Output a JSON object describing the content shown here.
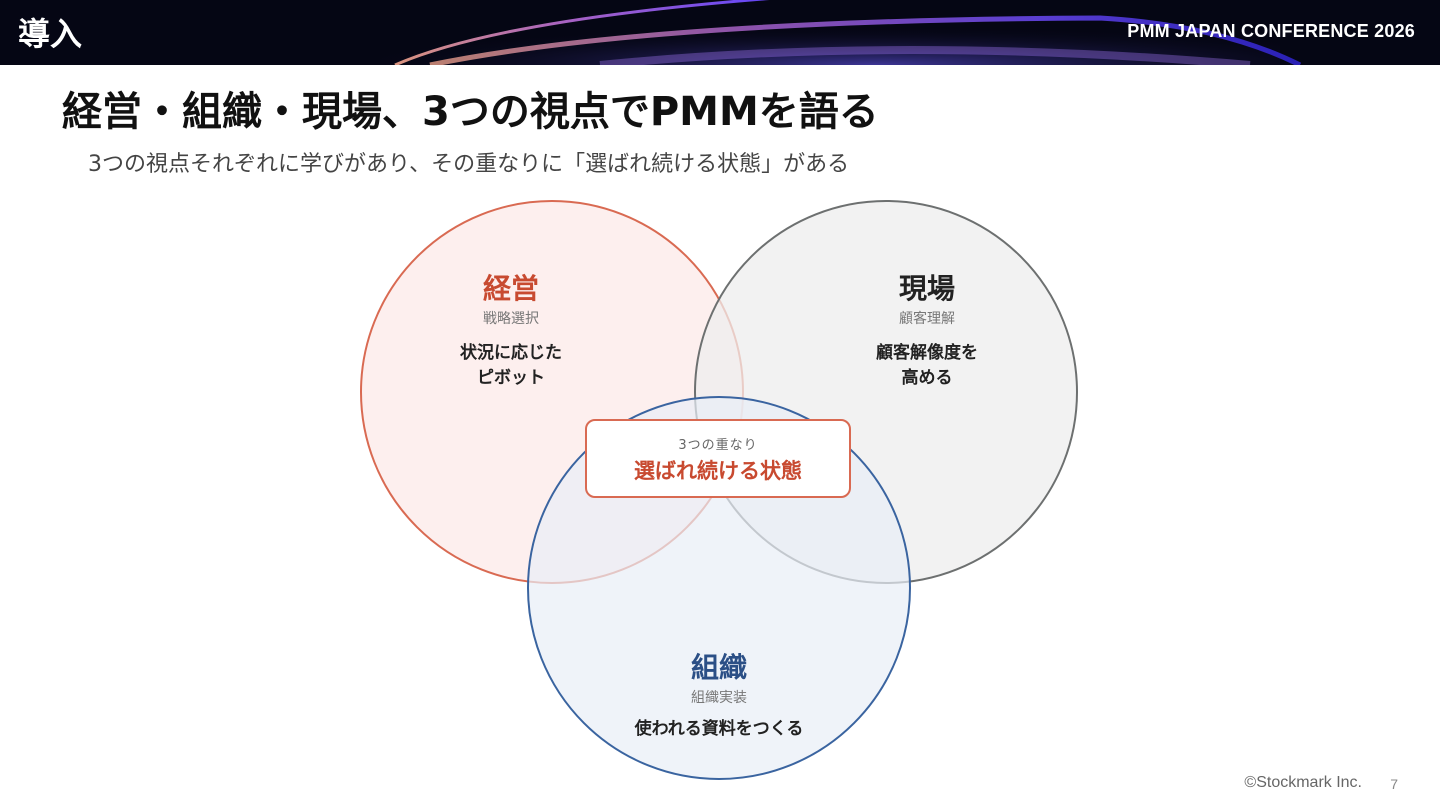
{
  "header": {
    "section_label": "導入",
    "conference": "PMM JAPAN CONFERENCE 2026"
  },
  "slide": {
    "title": "経営・組織・現場、3つの視点でPMMを語る",
    "subtitle": "3つの視点それぞれに学びがあり、その重なりに「選ばれ続ける状態」がある"
  },
  "diagram": {
    "circles": [
      {
        "key": "management",
        "title": "経営",
        "subtitle": "戦略選択",
        "desc_lines": [
          "状況に応じた",
          "ピボット"
        ],
        "stroke": "#d96a52",
        "fill": "#fdeceb",
        "title_color": "#c84a30"
      },
      {
        "key": "field",
        "title": "現場",
        "subtitle": "顧客理解",
        "desc_lines": [
          "顧客解像度を",
          "高める"
        ],
        "stroke": "#6d7070",
        "fill": "#eeeeee",
        "title_color": "#222222"
      },
      {
        "key": "organization",
        "title": "組織",
        "subtitle": "組織実装",
        "desc_lines": [
          "使われる資料をつくる"
        ],
        "stroke": "#3a64a0",
        "fill": "#e8eef7",
        "title_color": "#2b4f86"
      }
    ],
    "overlap": {
      "small_label": "3つの重なり",
      "main_label": "選ばれ続ける状態"
    }
  },
  "footer": {
    "copyright": "©Stockmark Inc.",
    "page_number": "7"
  }
}
